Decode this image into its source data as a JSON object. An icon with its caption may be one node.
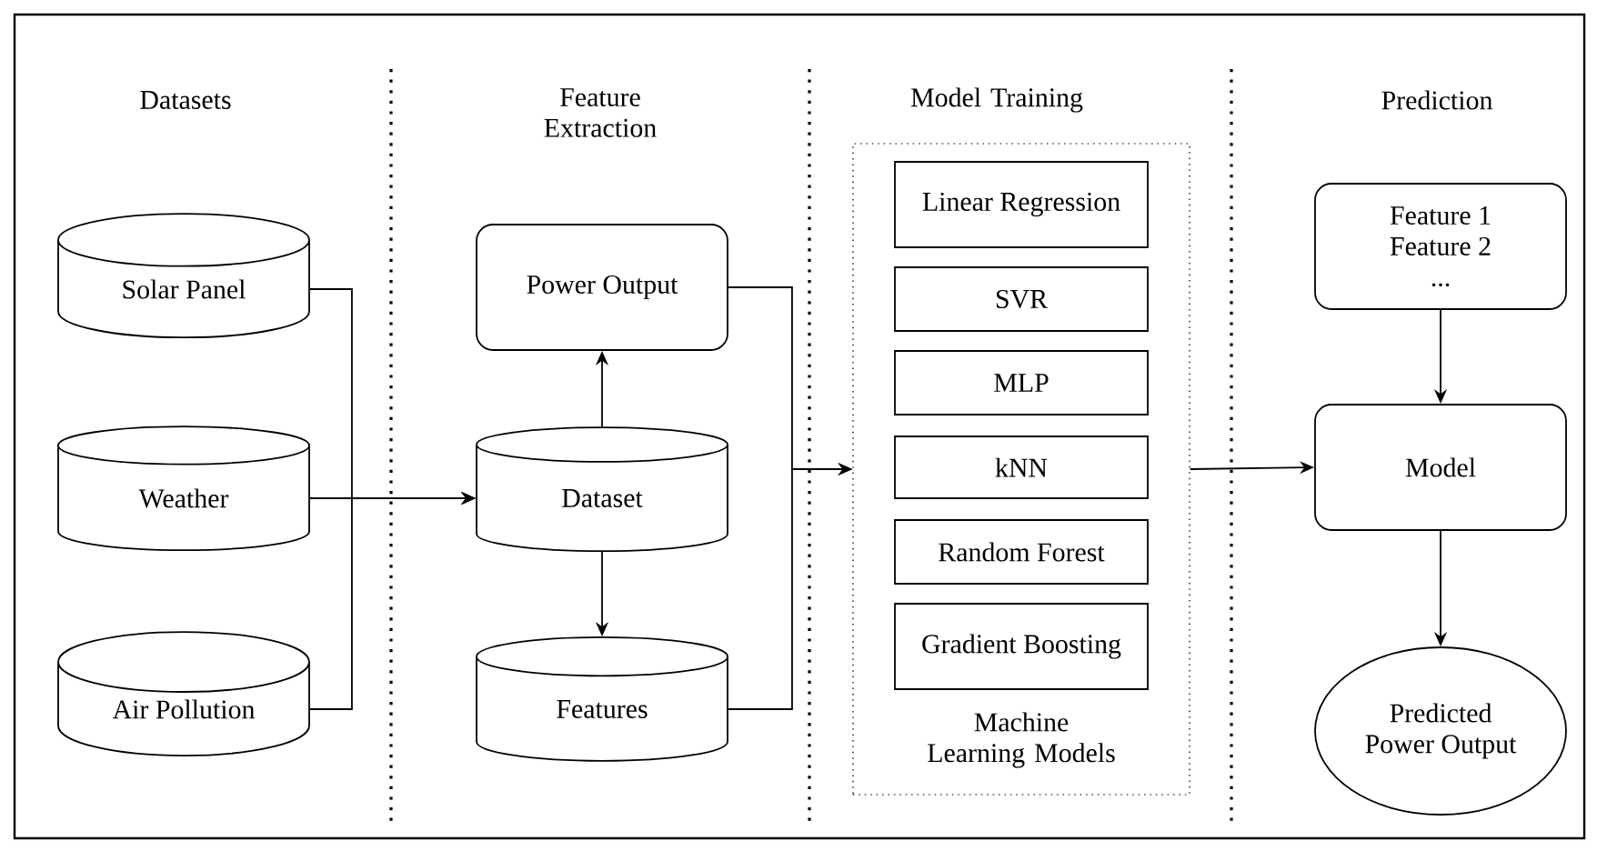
{
  "diagram": {
    "nodes": [
      {
        "text": [
          "Solar Panel"
        ]
      },
      {
        "text": [
          "Weather"
        ]
      },
      {
        "text": [
          "Air Pollution"
        ]
      },
      {
        "text": [
          "Power Output"
        ]
      },
      {
        "text": [
          "Dataset"
        ]
      },
      {
        "text": [
          "Features"
        ]
      },
      {
        "text": [
          "Machine Learning Models"
        ]
      },
      {
        "text": [
          "Linear Regression"
        ],
        "in": 6
      },
      {
        "text": [
          "SVR"
        ],
        "in": 6
      },
      {
        "text": [
          "MLP"
        ],
        "in": 6
      },
      {
        "text": [
          "kNN"
        ],
        "in": 6
      },
      {
        "text": [
          "Random Forest"
        ],
        "in": 6
      },
      {
        "text": [
          "Gradient Boosting"
        ],
        "in": 6
      },
      {
        "text": [
          "Feature 1",
          "Feature 2",
          "..."
        ]
      },
      {
        "text": [
          "Model"
        ]
      },
      {
        "text": [
          "Predicted Power Output"
        ]
      }
    ],
    "edges": [
      {
        "from": 0,
        "to": 4,
        "arrow": "to"
      },
      {
        "from": 1,
        "to": 4,
        "arrow": "to"
      },
      {
        "from": 2,
        "to": 4,
        "arrow": "to"
      },
      {
        "from": 4,
        "to": 3,
        "arrow": "to"
      },
      {
        "from": 4,
        "to": 5,
        "arrow": "to"
      },
      {
        "from": 3,
        "to": 6,
        "arrow": "to"
      },
      {
        "from": 5,
        "to": 6,
        "arrow": "to"
      },
      {
        "from": 6,
        "to": 14,
        "arrow": "to"
      },
      {
        "from": 13,
        "to": 14,
        "arrow": "to"
      },
      {
        "from": 14,
        "to": 15,
        "arrow": "to"
      }
    ],
    "labels": [
      "Datasets",
      "Feature Extraction",
      "Model Training",
      "Prediction"
    ]
  }
}
